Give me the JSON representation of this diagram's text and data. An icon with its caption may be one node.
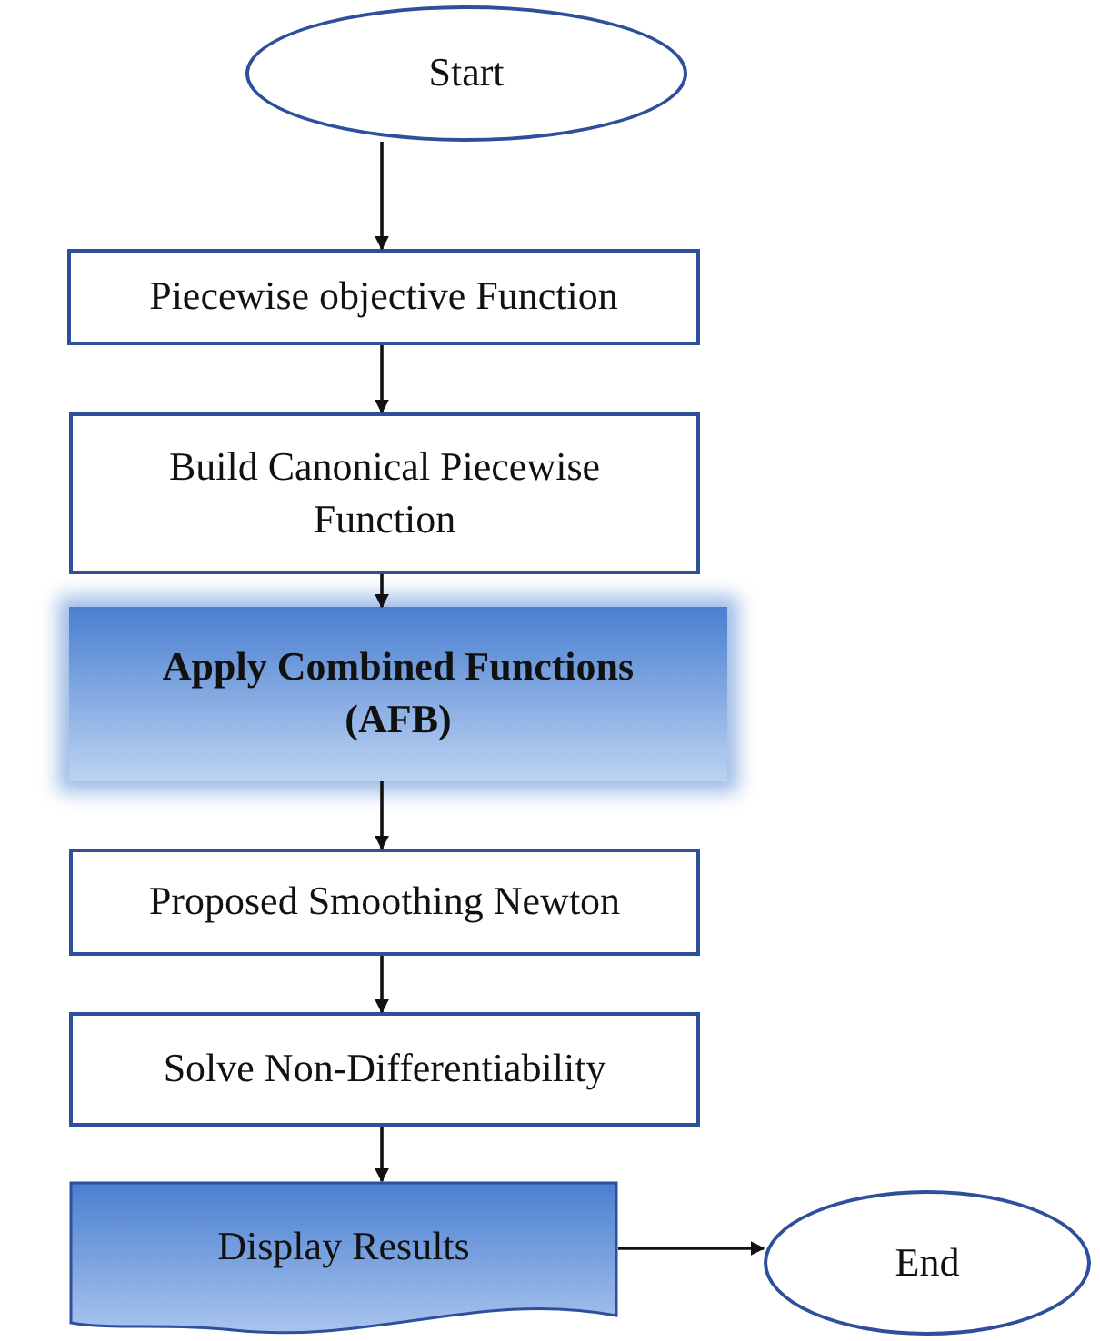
{
  "diagram": {
    "nodes": [
      {
        "text": [
          "Start"
        ]
      },
      {
        "text": [
          "Piecewise objective Function"
        ]
      },
      {
        "text": [
          "Build Canonical Piecewise Function"
        ]
      },
      {
        "text": [
          "Apply Combined Functions (AFB)"
        ]
      },
      {
        "text": [
          "Proposed Smoothing Newton"
        ]
      },
      {
        "text": [
          "Solve Non-Differentiability"
        ]
      },
      {
        "text": [
          "Display Results"
        ]
      },
      {
        "text": [
          "End"
        ]
      }
    ],
    "edges": [
      {
        "from": 0,
        "to": 1,
        "arrow": "to"
      },
      {
        "from": 1,
        "to": 2,
        "arrow": "to"
      },
      {
        "from": 2,
        "to": 3,
        "arrow": "to"
      },
      {
        "from": 3,
        "to": 4,
        "arrow": "to"
      },
      {
        "from": 4,
        "to": 5,
        "arrow": "to"
      },
      {
        "from": 5,
        "to": 6,
        "arrow": "to"
      },
      {
        "from": 6,
        "to": 7,
        "arrow": "to"
      }
    ]
  }
}
